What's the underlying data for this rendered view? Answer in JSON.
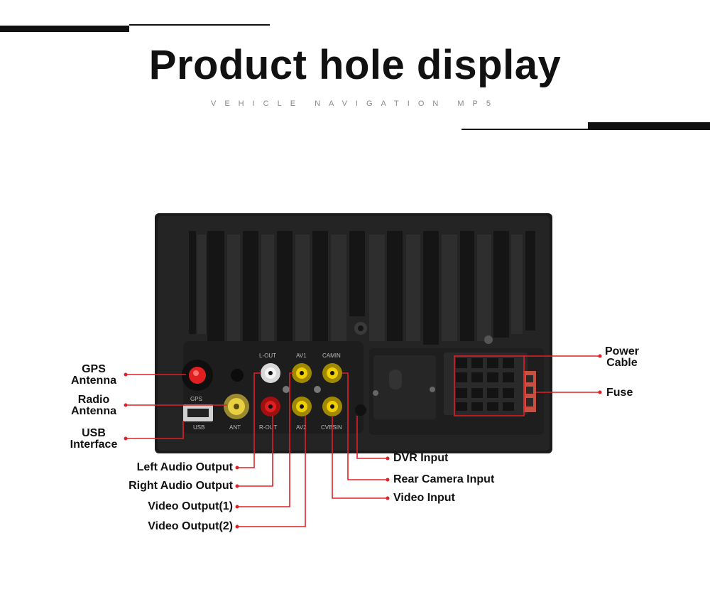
{
  "header": {
    "title": "Product hole display",
    "subtitle": "VEHICLE NAVIGATION MP5"
  },
  "colors": {
    "callout_line": "#e21f26",
    "text": "#111111",
    "device_body": "#1a1a1a",
    "accent_red": "#e02020",
    "rca_yellow": "#f0d000"
  },
  "port_labels": {
    "gps": "GPS",
    "usb": "USB",
    "ant": "ANT",
    "lout": "L-OUT",
    "rout": "R-OUT",
    "av1": "AV1",
    "av2": "AV2",
    "camin": "CAMIN",
    "cvbsin": "CVBSIN"
  },
  "callouts": {
    "gps_antenna": "GPS\nAntenna",
    "radio_antenna": "Radio\nAntenna",
    "usb_interface": "USB\nInterface",
    "left_audio_output": "Left Audio Output",
    "right_audio_output": "Right Audio Output",
    "video_output_1": "Video Output(1)",
    "video_output_2": "Video Output(2)",
    "power_cable": "Power\nCable",
    "fuse": "Fuse",
    "dvr_input": "DVR Input",
    "rear_camera_input": "Rear Camera Input",
    "video_input": "Video Input"
  }
}
